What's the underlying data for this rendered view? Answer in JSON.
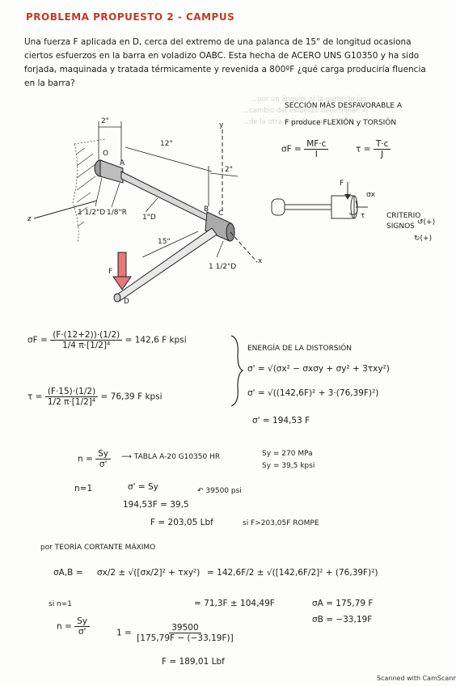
{
  "title": "PROBLEMA PROPUESTO 2 - CAMPUS",
  "statement": "Una fuerza F aplicada en D, cerca del extremo de una palanca de 15\" de longitud ocasiona ciertos esfuerzos en la barra en voladizo OABC. Esta hecha de ACERO UNS G10350 y ha sido forjada, maquinada y tratada térmicamente y revenida a 800ºF ¿qué carga produciría fluencia en la barra?",
  "diagram": {
    "dim_2a": "2\"",
    "dim_12": "12\"",
    "dim_2b": "2\"",
    "dim_15": "15\"",
    "point_o": "O",
    "point_a": "A",
    "point_b": "B",
    "point_c": "C",
    "point_d": "D",
    "force_f": "F",
    "axis_z": "z",
    "axis_y": "y",
    "axis_x": "x",
    "diam1_whole": "1",
    "diam1_frac": "1/2",
    "diam1_unit": "\"D",
    "radius_frac": "1/8",
    "radius_unit": "\"R",
    "diam2": "1\"D",
    "diam3_whole": "1",
    "diam3_frac": "1/2",
    "diam3_unit": "\"D"
  },
  "section": {
    "line1": "SECCIÓN MÁS DESFAVORABLE A",
    "line2": "F produce FLEXIÓN y TORSIÓN",
    "sigma_lhs": "σF =",
    "sigma_num": "MF·c",
    "sigma_den": "I",
    "tau_lhs": "τ =",
    "tau_num": "T·c",
    "tau_den": "J",
    "label_f": "F",
    "label_sigma": "σx",
    "label_tau": "τ",
    "criterio1": "CRITERIO",
    "criterio2": "SIGNOS",
    "sign1": "↺(+)",
    "sign2": "↻(+)"
  },
  "calc1": {
    "lhs": "σF =",
    "num": "(F·(12+2))·(1/2)",
    "den": "1/4 π·[1/2]⁴",
    "result": "= 142,6 F kpsi"
  },
  "calc2": {
    "lhs": "τ =",
    "num": "(F·15)·(1/2)",
    "den": "1/2 π·[1/2]⁴",
    "result": "= 76,39 F kpsi"
  },
  "energy": {
    "heading": "ENERGÍA DE LA DISTORSIÓN",
    "f1": "σ' = √(σx² − σxσy + σy² + 3τxy²)",
    "f2": "σ' = √((142,6F)² + 3·(76,39F)²)",
    "f3": "σ' = 194,53 F"
  },
  "safety": {
    "n_lhs": "n =",
    "n_num": "Sy",
    "n_den": "σ'",
    "arrow_text": "TABLA A-20  G10350 HR",
    "sy1": "Sy = 270 MPa",
    "sy2": "Sy = 39,5 kpsi",
    "n1": "n=1",
    "eq1": "σ' = Sy",
    "psi": "39500 psi",
    "eq2": "194,53F = 39,5",
    "eq3": "F = 203,05 Lbf",
    "si": "si  F>203,05F ROMPE"
  },
  "tresca": {
    "heading": "por TEORÍA CORTANTE MÁXIMO",
    "lhs": "σA,B =",
    "gen1": "σx/2 ± √([σx/2]² + τxy²)",
    "gen2": "= 142,6F/2 ± √([142,6F/2]² + (76,39F)²)",
    "si_n": "si n=1",
    "result": "= 71,3F ± 104,49F",
    "sa": "σA = 175,79 F",
    "sb": "σB = −33,19F",
    "n_lhs": "n =",
    "n_num": "Sy",
    "n_den": "σ'",
    "one": "1 =",
    "num2": "39500",
    "den2": "[175,79F − (−33,19F)]",
    "final": "F = 189,01 Lbf"
  },
  "ghost": [
    "...por un ángulo, si la parte de las",
    "...cambio del esfuerzo determinar. A",
    "...de la otra mitad, usando TECA"
  ],
  "footer": {
    "scanner": "Scanned with CamScanner"
  },
  "colors": {
    "title": "#c0392b",
    "force_arrow": "#e3797a",
    "ink": "#1b1b1b"
  }
}
